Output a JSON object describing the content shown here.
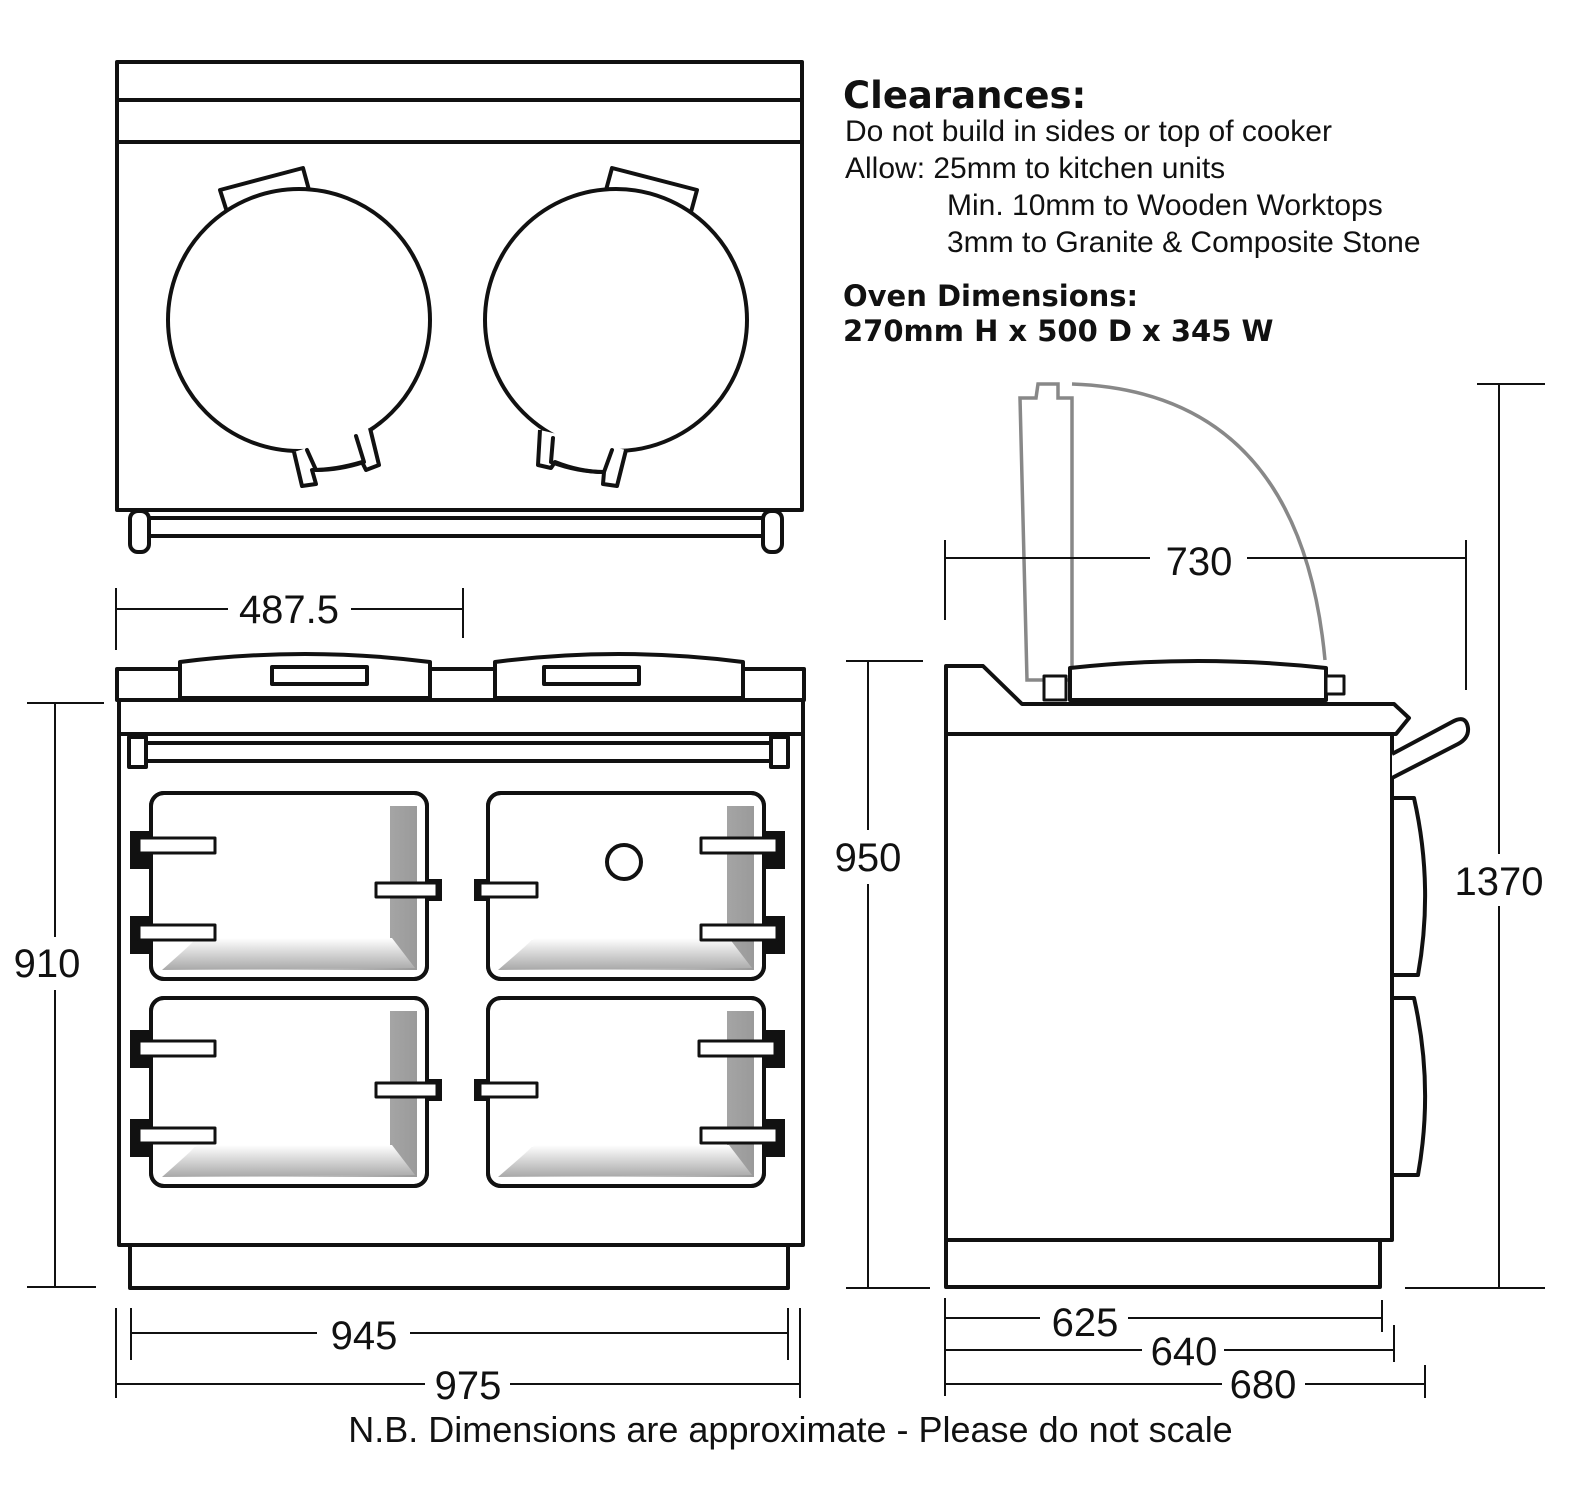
{
  "clearances": {
    "heading": "Clearances:",
    "lines": [
      "Do not build in sides or top of cooker",
      "Allow: 25mm to kitchen units",
      "Min. 10mm to Wooden Worktops",
      "3mm to Granite & Composite Stone"
    ]
  },
  "oven_dimensions": {
    "heading": "Oven Dimensions:",
    "value": "270mm H x 500 D x 345 W"
  },
  "dimensions": {
    "hotplate_width": "487.5",
    "front_height": "910",
    "plinth_width": "945",
    "overall_width": "975",
    "side_height": "950",
    "lid_open_depth": "730",
    "total_height_lid_open": "1370",
    "depth_base": "625",
    "depth_body": "640",
    "depth_overall": "680"
  },
  "note": "N.B. Dimensions are approximate - Please do not scale",
  "colors": {
    "line": "#111111",
    "lid_open": "#888888",
    "background": "#ffffff"
  }
}
